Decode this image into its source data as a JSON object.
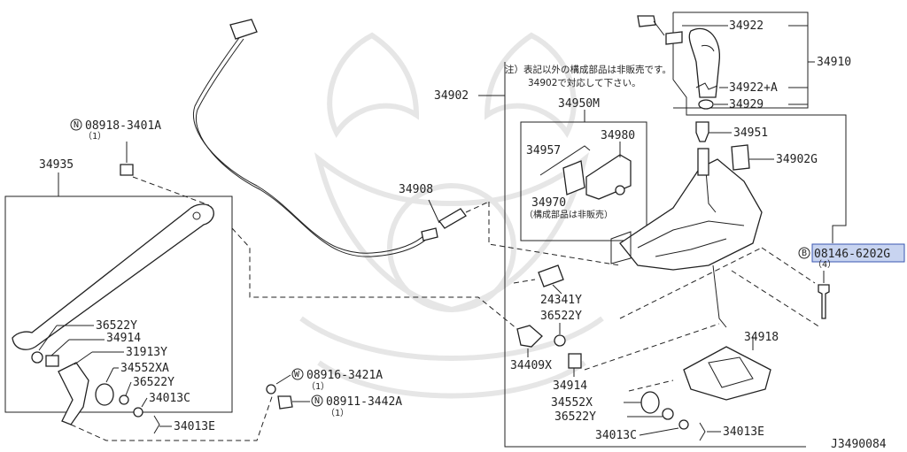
{
  "diagram_id": "J3490084",
  "note": {
    "line1": "注）表記以外の構成部品は非販売です。",
    "line2": "34902で対応して下さい。"
  },
  "callouts": {
    "c34922": "34922",
    "c34910": "34910",
    "c34922a": "34922+A",
    "c34929": "34929",
    "c34902": "34902",
    "c34950m": "34950M",
    "c34957": "34957",
    "c34980": "34980",
    "c34970": "34970",
    "c34970note": "（構成部品は非販売）",
    "c34951": "34951",
    "c34902g": "34902G",
    "c34908": "34908",
    "c34935": "34935",
    "c24341y": "24341Y",
    "c36522y_a": "36522Y",
    "c34409x": "34409X",
    "c34914_a": "34914",
    "c34918": "34918",
    "c34552x": "34552X",
    "c36522y_b": "36522Y",
    "c34013c_a": "34013C",
    "c34013e_a": "34013E",
    "c36522y_c": "36522Y",
    "c34914_b": "34914",
    "c31913y": "31913Y",
    "c34552xa": "34552XA",
    "c36522y_d": "36522Y",
    "c34013c_b": "34013C",
    "c34013e_b": "34013E"
  },
  "fasteners": {
    "n08918": {
      "prefix": "N",
      "code": "08918-3401A",
      "qty": "（1）"
    },
    "w08916": {
      "prefix": "W",
      "code": "08916-3421A",
      "qty": "（1）"
    },
    "n08911": {
      "prefix": "N",
      "code": "08911-3442A",
      "qty": "（1）"
    },
    "b08146": {
      "prefix": "B",
      "code": "08146-6202G",
      "qty": "（4）"
    }
  },
  "highlight_color": "#c8d4f0"
}
